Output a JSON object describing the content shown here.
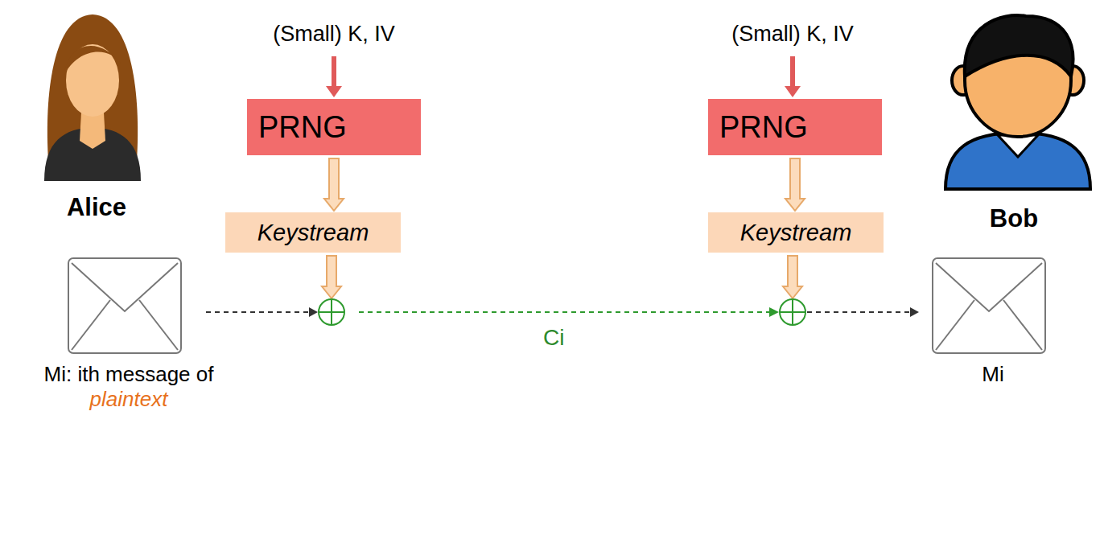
{
  "diagram": {
    "nodes": [
      {
        "text": [
          "Alice"
        ]
      },
      {
        "text": [
          "(Small) K, IV"
        ]
      },
      {
        "text": [
          "PRNG"
        ]
      },
      {
        "text": [
          "Keystream"
        ]
      },
      {
        "text": [
          "Mi: ith message of",
          "plaintext"
        ]
      },
      {
        "text": [
          "(Small) K, IV"
        ]
      },
      {
        "text": [
          "PRNG"
        ]
      },
      {
        "text": [
          "Keystream"
        ]
      },
      {
        "text": [
          "Mi"
        ]
      },
      {
        "text": [
          "Bob"
        ]
      }
    ],
    "edges": [
      {
        "from": 1,
        "to": 2,
        "arrow": "to"
      },
      {
        "from": 2,
        "to": 3,
        "arrow": "to"
      },
      {
        "from": 5,
        "to": 6,
        "arrow": "to"
      },
      {
        "from": 6,
        "to": 7,
        "arrow": "to"
      }
    ],
    "labels": [
      "Ci"
    ]
  }
}
